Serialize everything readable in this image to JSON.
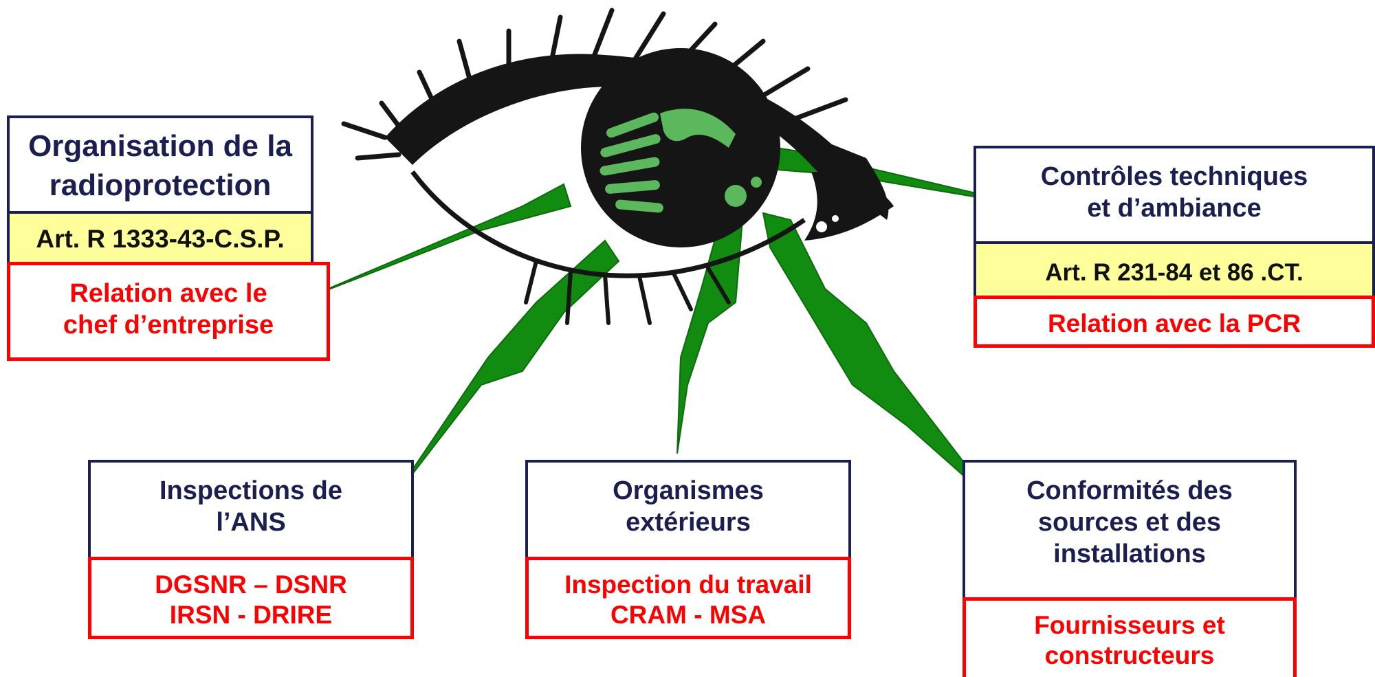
{
  "colors": {
    "navy": "#1a1f4f",
    "red": "#ff0000",
    "yellow": "#fefe9a",
    "green_ray": "#118c11",
    "iris_light": "#5cb85c",
    "eye_black": "#151515"
  },
  "icons": {
    "center": "eye-icon"
  },
  "top_left": {
    "title": [
      "Organisation de la",
      "radioprotection"
    ],
    "article": "Art. R 1333-43-C.S.P.",
    "relation": [
      "Relation avec le",
      "chef d’entreprise"
    ]
  },
  "top_right": {
    "title": [
      "Contrôles techniques",
      "et d’ambiance"
    ],
    "article": "Art. R 231-84 et 86 .CT.",
    "relation": "Relation avec la PCR"
  },
  "bottom_left": {
    "title": [
      "Inspections de",
      "l’ANS"
    ],
    "agencies": [
      "DGSNR – DSNR",
      "IRSN - DRIRE"
    ]
  },
  "bottom_center": {
    "title": [
      "Organismes",
      "extérieurs"
    ],
    "agencies": [
      "Inspection du travail",
      "CRAM - MSA"
    ]
  },
  "bottom_right": {
    "title": [
      "Conformités des",
      "sources et des",
      "installations"
    ],
    "agencies": [
      "Fournisseurs et",
      "constructeurs"
    ]
  }
}
